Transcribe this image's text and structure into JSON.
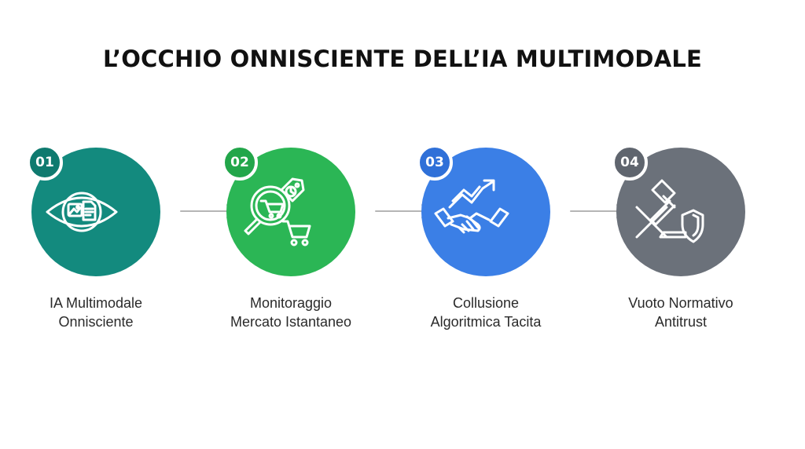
{
  "title": "L’OCCHIO ONNISCIENTE DELL’IA MULTIMODALE",
  "steps": [
    {
      "number": "01",
      "line1": "IA Multimodale",
      "line2": "Onnisciente",
      "color": "#138a7e",
      "badge_color": "#0f7a6f",
      "icon": "eye-document-icon"
    },
    {
      "number": "02",
      "line1": "Monitoraggio",
      "line2": "Mercato Istantaneo",
      "color": "#2bb655",
      "badge_color": "#22a64a",
      "icon": "magnifier-cart-icon"
    },
    {
      "number": "03",
      "line1": "Collusione",
      "line2": "Algoritmica Tacita",
      "color": "#3b7fe6",
      "badge_color": "#2f70d8",
      "icon": "handshake-chart-icon"
    },
    {
      "number": "04",
      "line1": "Vuoto Normativo",
      "line2": "Antitrust",
      "color": "#6b717a",
      "badge_color": "#5f656e",
      "icon": "gavel-shield-icon"
    }
  ],
  "colors": {
    "arrow": "#b5b5b5",
    "title": "#111111"
  }
}
